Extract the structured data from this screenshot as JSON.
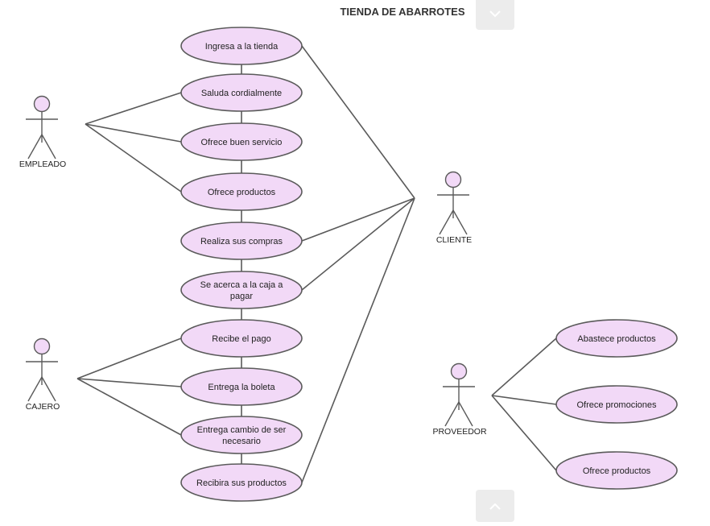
{
  "title": "TIENDA DE ABARROTES",
  "colors": {
    "use_case_fill": "#f2d9f7",
    "stroke": "#5a5a5a",
    "actor_head": "#f2d9f7"
  },
  "nav": {
    "collapse_icon": "chevron-down-icon",
    "expand_icon": "chevron-up-icon"
  },
  "actors": [
    {
      "id": "empleado",
      "label": "EMPLEADO"
    },
    {
      "id": "cajero",
      "label": "CAJERO"
    },
    {
      "id": "cliente",
      "label": "CLIENTE"
    },
    {
      "id": "proveedor",
      "label": "PROVEEDOR"
    }
  ],
  "use_cases": [
    {
      "id": "uc1",
      "lines": [
        "Ingresa a la tienda"
      ]
    },
    {
      "id": "uc2",
      "lines": [
        "Saluda cordialmente"
      ]
    },
    {
      "id": "uc3",
      "lines": [
        "Ofrece buen servicio"
      ]
    },
    {
      "id": "uc4",
      "lines": [
        "Ofrece productos"
      ]
    },
    {
      "id": "uc5",
      "lines": [
        "Realiza sus compras"
      ]
    },
    {
      "id": "uc6",
      "lines": [
        "Se acerca a la caja a",
        "pagar"
      ]
    },
    {
      "id": "uc7",
      "lines": [
        "Recibe el pago"
      ]
    },
    {
      "id": "uc8",
      "lines": [
        "Entrega la boleta"
      ]
    },
    {
      "id": "uc9",
      "lines": [
        "Entrega cambio de ser",
        "necesario"
      ]
    },
    {
      "id": "uc10",
      "lines": [
        "Recibira sus productos"
      ]
    },
    {
      "id": "uc11",
      "lines": [
        "Abastece productos"
      ]
    },
    {
      "id": "uc12",
      "lines": [
        "Ofrece promociones"
      ]
    },
    {
      "id": "uc13",
      "lines": [
        "Ofrece productos"
      ]
    }
  ],
  "associations": [
    [
      "empleado",
      "uc2"
    ],
    [
      "empleado",
      "uc3"
    ],
    [
      "empleado",
      "uc4"
    ],
    [
      "cajero",
      "uc7"
    ],
    [
      "cajero",
      "uc8"
    ],
    [
      "cajero",
      "uc9"
    ],
    [
      "cliente",
      "uc1"
    ],
    [
      "cliente",
      "uc5"
    ],
    [
      "cliente",
      "uc6"
    ],
    [
      "cliente",
      "uc10"
    ],
    [
      "proveedor",
      "uc11"
    ],
    [
      "proveedor",
      "uc12"
    ],
    [
      "proveedor",
      "uc13"
    ]
  ],
  "sequence": [
    [
      "uc1",
      "uc2"
    ],
    [
      "uc2",
      "uc3"
    ],
    [
      "uc3",
      "uc4"
    ],
    [
      "uc4",
      "uc5"
    ],
    [
      "uc5",
      "uc6"
    ],
    [
      "uc6",
      "uc7"
    ],
    [
      "uc7",
      "uc8"
    ],
    [
      "uc8",
      "uc9"
    ],
    [
      "uc9",
      "uc10"
    ]
  ]
}
